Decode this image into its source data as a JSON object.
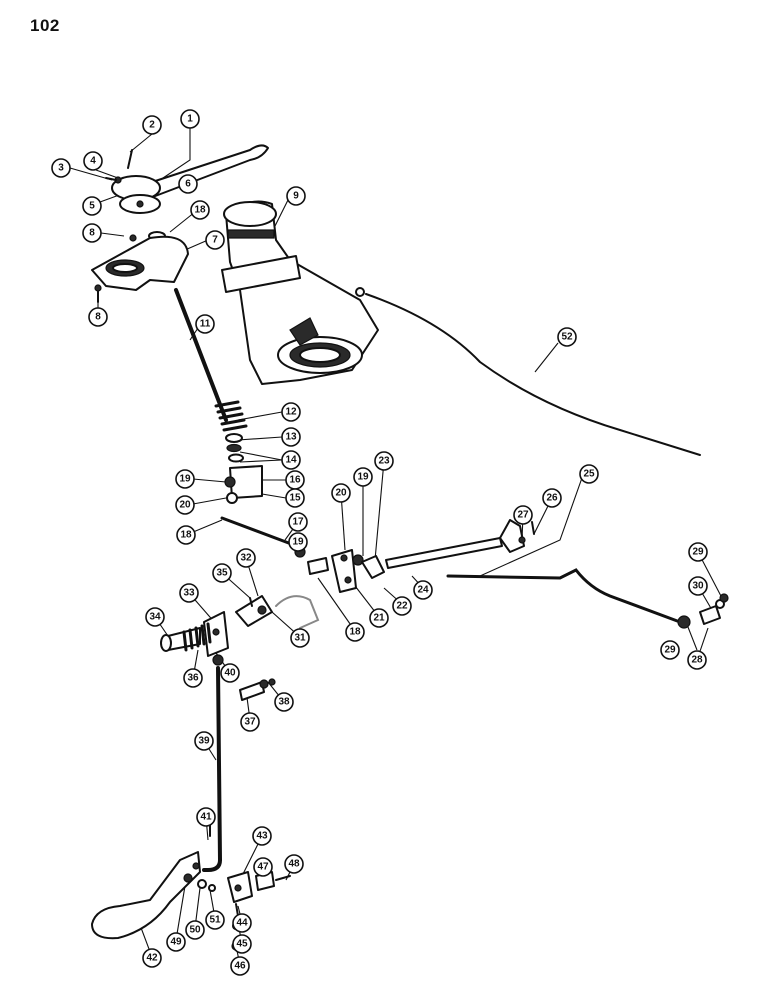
{
  "page": {
    "number": "102"
  },
  "callouts": [
    {
      "label": "1"
    },
    {
      "label": "2"
    },
    {
      "label": "3"
    },
    {
      "label": "4"
    },
    {
      "label": "5"
    },
    {
      "label": "6"
    },
    {
      "label": "18"
    },
    {
      "label": "8"
    },
    {
      "label": "7"
    },
    {
      "label": "8"
    },
    {
      "label": "9"
    },
    {
      "label": "11"
    },
    {
      "label": "52"
    },
    {
      "label": "12"
    },
    {
      "label": "13"
    },
    {
      "label": "14"
    },
    {
      "label": "19"
    },
    {
      "label": "16"
    },
    {
      "label": "20"
    },
    {
      "label": "15"
    },
    {
      "label": "20"
    },
    {
      "label": "19"
    },
    {
      "label": "23"
    },
    {
      "label": "25"
    },
    {
      "label": "26"
    },
    {
      "label": "27"
    },
    {
      "label": "17"
    },
    {
      "label": "18"
    },
    {
      "label": "19"
    },
    {
      "label": "32"
    },
    {
      "label": "35"
    },
    {
      "label": "24"
    },
    {
      "label": "22"
    },
    {
      "label": "21"
    },
    {
      "label": "18"
    },
    {
      "label": "31"
    },
    {
      "label": "33"
    },
    {
      "label": "34"
    },
    {
      "label": "36"
    },
    {
      "label": "40"
    },
    {
      "label": "37"
    },
    {
      "label": "38"
    },
    {
      "label": "29"
    },
    {
      "label": "30"
    },
    {
      "label": "29"
    },
    {
      "label": "28"
    },
    {
      "label": "39"
    },
    {
      "label": "41"
    },
    {
      "label": "43"
    },
    {
      "label": "47"
    },
    {
      "label": "48"
    },
    {
      "label": "49"
    },
    {
      "label": "50"
    },
    {
      "label": "51"
    },
    {
      "label": "44"
    },
    {
      "label": "45"
    },
    {
      "label": "46"
    },
    {
      "label": "42"
    }
  ]
}
